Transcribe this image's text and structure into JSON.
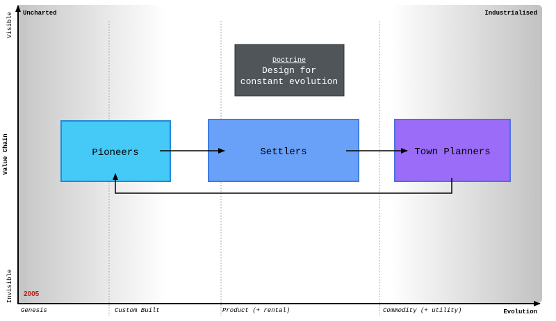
{
  "map": {
    "corner_labels": {
      "top_left": "Uncharted",
      "top_right": "Industrialised"
    },
    "y_axis": {
      "label": "Value Chain",
      "top": "Visible",
      "bottom": "Invisible"
    },
    "x_axis": {
      "label": "Evolution",
      "stages": [
        "Genesis",
        "Custom Built",
        "Product (+ rental)",
        "Commodity (+ utility)"
      ]
    },
    "year": "2005",
    "doctrine": {
      "heading": "Doctrine",
      "line1": "Design for",
      "line2": "constant evolution"
    },
    "nodes": [
      {
        "label": "Pioneers",
        "color": "#45c9f6"
      },
      {
        "label": "Settlers",
        "color": "#69a0f8"
      },
      {
        "label": "Town Planners",
        "color": "#9b6cf7"
      }
    ],
    "colors": {
      "year": "#b0201a",
      "doctrine_bg": "#50555a"
    }
  }
}
